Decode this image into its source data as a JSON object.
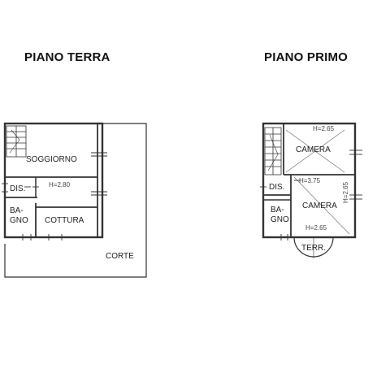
{
  "ground_floor": {
    "title": "PIANO TERRA",
    "rooms": {
      "soggiorno": "SOGGIORNO",
      "dis": "DIS.",
      "bagno_line1": "BA-",
      "bagno_line2": "GNO",
      "cottura": "COTTURA",
      "corte": "CORTE"
    },
    "heights": {
      "soggiorno": "H=2.80"
    }
  },
  "first_floor": {
    "title": "PIANO PRIMO",
    "rooms": {
      "camera_1": "CAMERA",
      "camera_2": "CAMERA",
      "dis": "DIS.",
      "bagno_line1": "BA-",
      "bagno_line2": "GNO",
      "terr": "TERR."
    },
    "heights": {
      "camera_1_top": "H=2.65",
      "dis": "H=3.75",
      "camera_2_side": "H=2.65",
      "camera_2_bottom": "H=2.65"
    }
  }
}
